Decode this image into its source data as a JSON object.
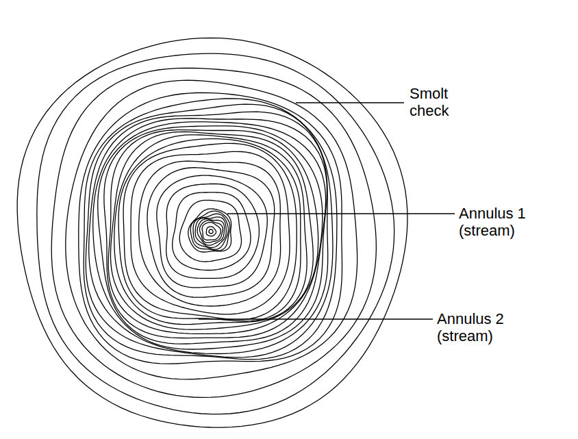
{
  "diagram": {
    "labels": [
      "Smolt check",
      "Annulus 1 (stream)",
      "Annulus 2 (stream)"
    ]
  }
}
